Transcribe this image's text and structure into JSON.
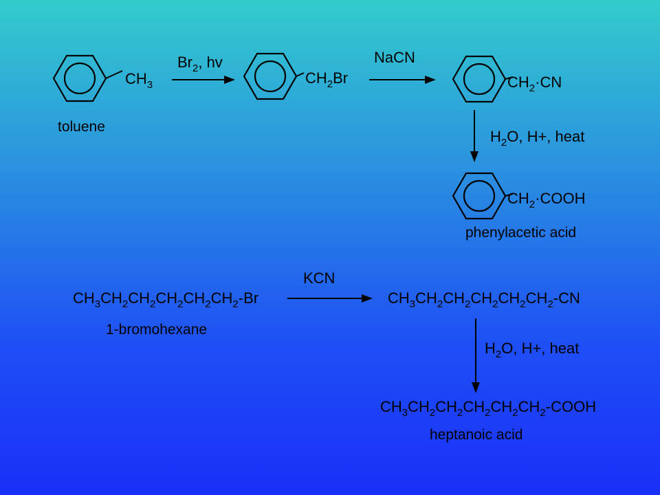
{
  "reaction1": {
    "start": {
      "group": "CH",
      "group_sub": "3",
      "name": "toluene"
    },
    "step1_reagent": {
      "main": "Br",
      "sub": "2",
      "rest": ", hv"
    },
    "intermediate1": {
      "pre": "CH",
      "sub": "2",
      "post": "Br"
    },
    "step2_reagent": "NaCN",
    "intermediate2": {
      "pre": "CH",
      "sub": "2",
      "post": "CN"
    },
    "step3_reagent": {
      "pre": "H",
      "sub": "2",
      "post": "O, H+, heat"
    },
    "product": {
      "pre": "CH",
      "sub": "2",
      "post": "COOH",
      "name": "phenylacetic acid"
    }
  },
  "reaction2": {
    "start": {
      "formula_tail": "-Br",
      "name": "1-bromohexane"
    },
    "step1_reagent": "KCN",
    "intermediate": {
      "formula_tail": "-CN"
    },
    "step2_reagent": {
      "pre": "H",
      "sub": "2",
      "post": "O, H+, heat"
    },
    "product": {
      "formula_tail": "-COOH",
      "name": "heptanoic acid"
    },
    "chain_unit": {
      "ch3": "CH",
      "ch3_sub": "3",
      "ch2": "CH",
      "ch2_sub": "2"
    }
  }
}
